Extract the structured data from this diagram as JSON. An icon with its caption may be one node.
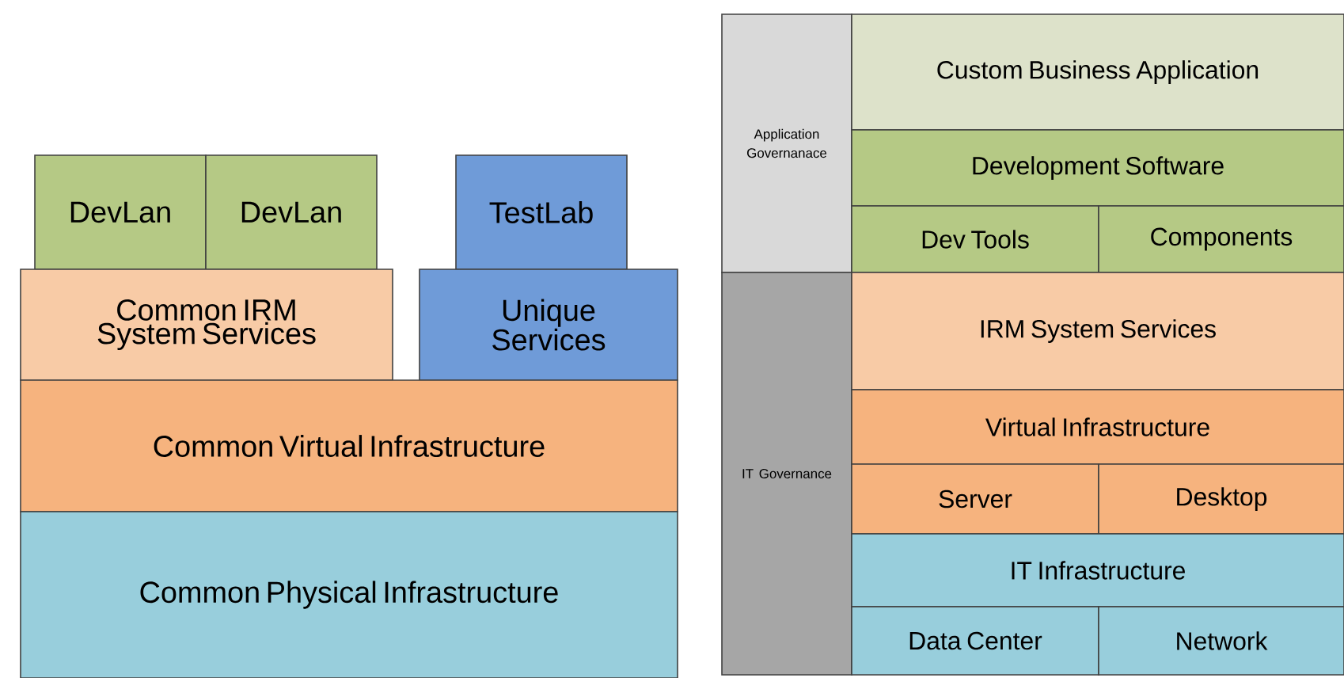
{
  "diagram": {
    "nodes": [
      {
        "text": [
          "DevLan"
        ]
      },
      {
        "text": [
          "DevLan"
        ]
      },
      {
        "text": [
          "TestLab"
        ]
      },
      {
        "text": [
          "Common IRM System Services"
        ]
      },
      {
        "text": [
          "Unique Services"
        ]
      },
      {
        "text": [
          "Common Virtual Infrastructure"
        ]
      },
      {
        "text": [
          "Common Physical Infrastructure"
        ]
      },
      {
        "text": [
          "Application Governanace"
        ]
      },
      {
        "text": [
          "IT Governance"
        ]
      },
      {
        "text": [
          "Custom Business Application"
        ]
      },
      {
        "text": [
          "Development Software"
        ]
      },
      {
        "text": [
          "Dev Tools"
        ]
      },
      {
        "text": [
          "Components"
        ]
      },
      {
        "text": [
          "IRM System Services"
        ]
      },
      {
        "text": [
          "Virtual Infrastructure"
        ]
      },
      {
        "text": [
          "Server"
        ]
      },
      {
        "text": [
          "Desktop"
        ]
      },
      {
        "text": [
          "IT Infrastructure"
        ]
      },
      {
        "text": [
          "Data Center"
        ]
      },
      {
        "text": [
          "Network"
        ]
      }
    ]
  }
}
